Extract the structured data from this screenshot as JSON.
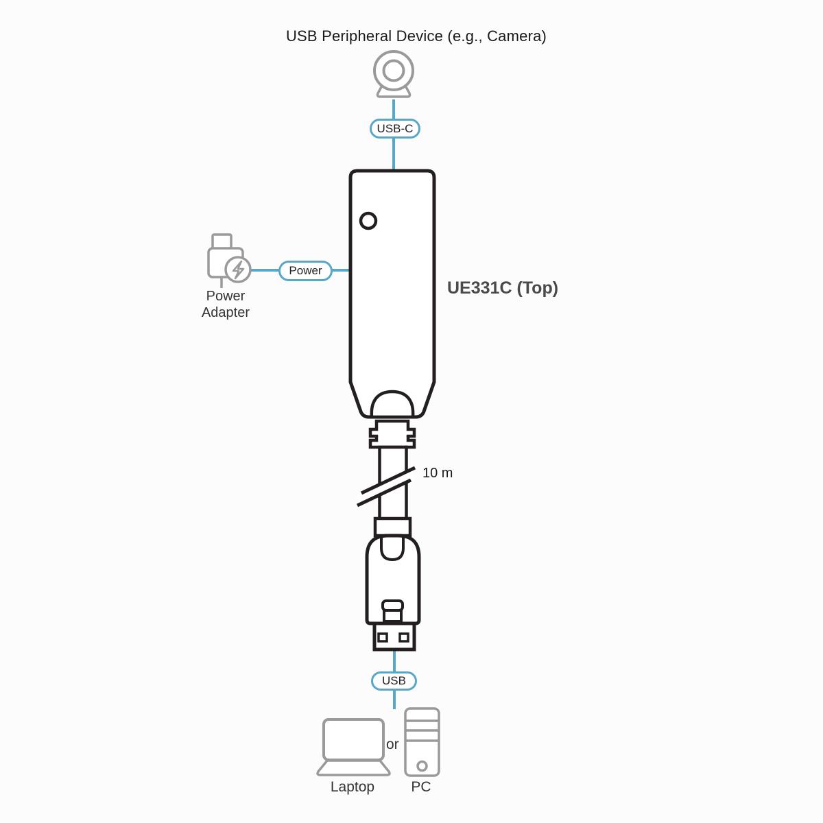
{
  "diagram": {
    "title": "USB Peripheral Device (e.g., Camera)",
    "device_label": "UE331C (Top)",
    "cable_length": "10 m",
    "power_adapter_label": "Power Adapter",
    "or_label": "or",
    "laptop_label": "Laptop",
    "pc_label": "PC",
    "ports": {
      "usb_c": {
        "label": "USB-C"
      },
      "power": {
        "label": "Power"
      },
      "usb": {
        "label": "USB"
      }
    },
    "colors": {
      "accent_blue": "#58a7c9",
      "outline_black": "#231f20",
      "icon_gray": "#9a9a9a",
      "text_primary": "#1a1a1a",
      "text_secondary": "#333333"
    }
  }
}
